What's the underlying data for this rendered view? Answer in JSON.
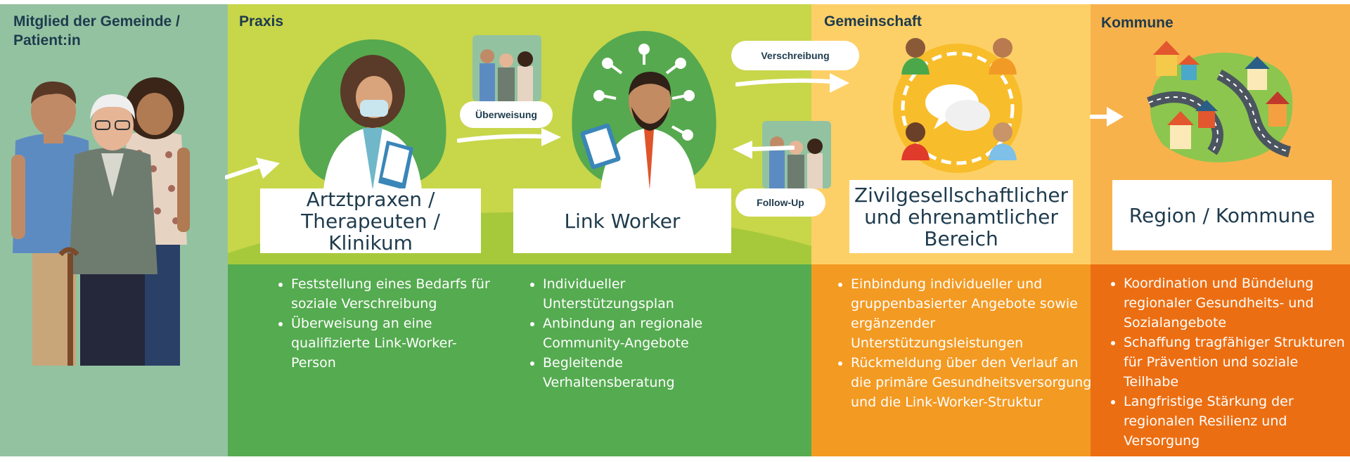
{
  "headers": {
    "patient": "Mitglied der Gemeinde / Patient:in",
    "praxis": "Praxis",
    "gemeinschaft": "Gemeinschaft",
    "kommune": "Kommune"
  },
  "boxes": {
    "praxis": "Artztpraxen / Therapeuten / Klinikum",
    "linkworker": "Link Worker",
    "community": "Zivilgesellschaftlicher und ehrenamtlicher Bereich",
    "region": "Region / Kommune"
  },
  "pills": {
    "ueberweisung": "Überweisung",
    "verschreibung": "Verschreibung",
    "followup": "Follow-Up"
  },
  "lists": {
    "praxis": [
      "Feststellung eines Bedarfs für soziale Verschreibung",
      "Überweisung an eine qualifizierte Link-Worker-Person"
    ],
    "linkworker": [
      "Individueller Unterstützungsplan",
      "Anbindung an regionale Community-Angebote",
      "Begleitende Verhaltensberatung"
    ],
    "community": [
      "Einbindung individueller und gruppenbasierter Angebote sowie ergänzender Unterstützungsleistungen",
      "Rückmeldung über den Verlauf an die primäre Gesundheitsversorgung und die Link-Worker-Struktur"
    ],
    "region": [
      "Koordination und Bündelung regionaler Gesundheits- und Sozialangebote",
      "Schaffung tragfähiger Strukturen für Prävention und soziale Teilhabe",
      "Langfristige Stärkung der regionalen Resilienz und Versorgung"
    ]
  },
  "colors": {
    "patient_bg": "#93c2a1",
    "praxis_top": "#c8d64a",
    "praxis_bottom": "#55ab50",
    "hill": "#a6c93b",
    "blob": "#56a94f",
    "community_top": "#fdd067",
    "community_bottom": "#f39a22",
    "region_top": "#f8b24c",
    "region_bottom": "#ec6e12",
    "text_dark": "#1e3b4d"
  },
  "icons": [
    "family-illustration",
    "doctor-illustration",
    "link-worker-illustration",
    "community-circle-icon",
    "town-map-icon",
    "arrow-icon"
  ]
}
